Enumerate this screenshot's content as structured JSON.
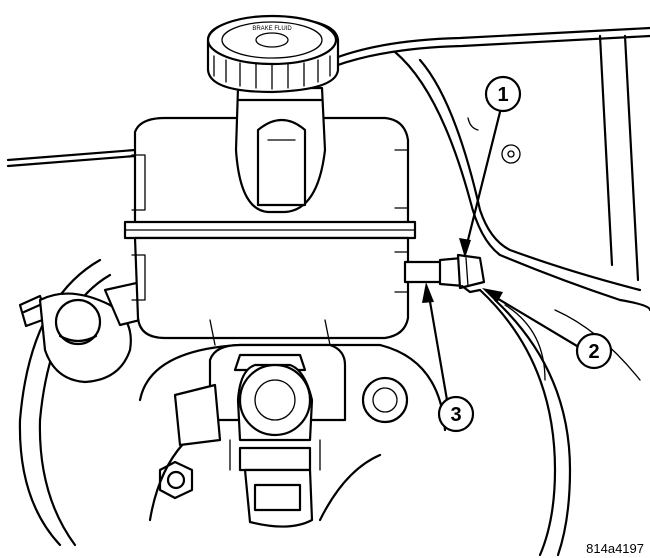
{
  "callouts": [
    {
      "label": "1"
    },
    {
      "label": "2"
    },
    {
      "label": "3"
    }
  ],
  "figure_id": "814a4197",
  "cap_text": "BRAKE FLUID"
}
